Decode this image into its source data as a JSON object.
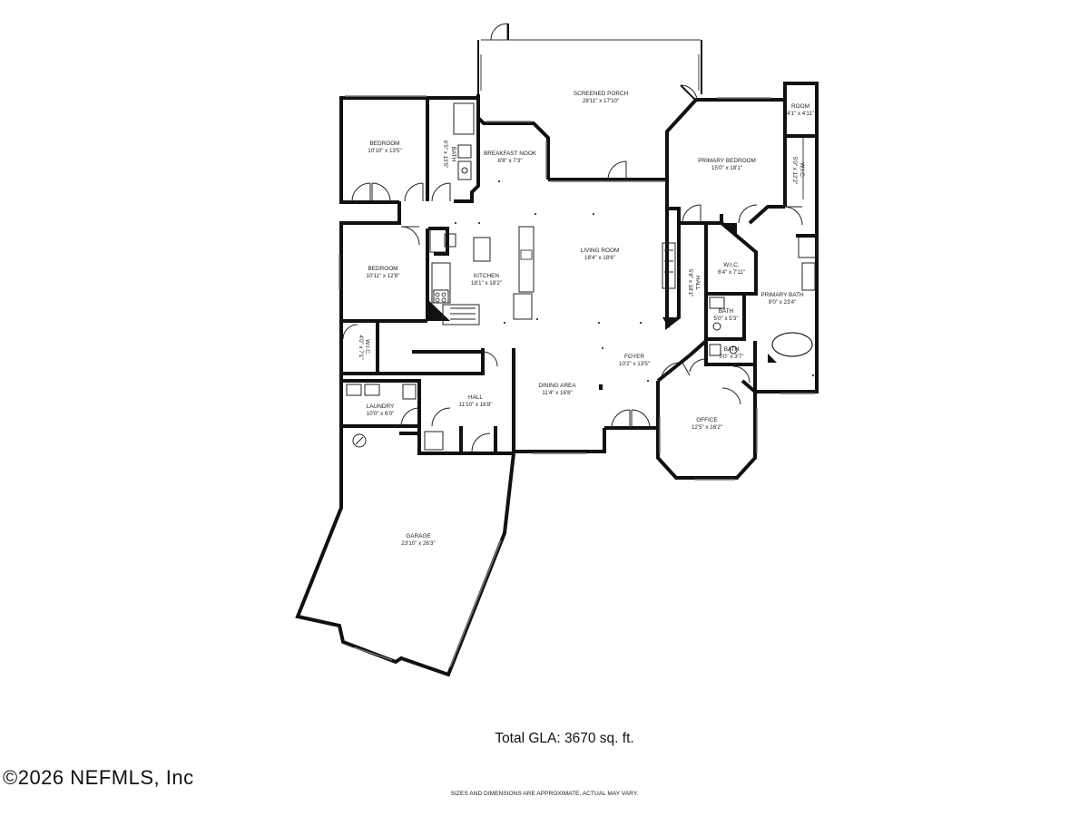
{
  "rooms": [
    {
      "id": "screened-porch",
      "name": "SCREENED PORCH",
      "dims": "28'11\" x 17'10\""
    },
    {
      "id": "breakfast-nook",
      "name": "BREAKFAST NOOK",
      "dims": "8'8\" x 7'3\""
    },
    {
      "id": "bedroom-1",
      "name": "BEDROOM",
      "dims": "10'10\" x 13'5\""
    },
    {
      "id": "bath-1",
      "name": "BATH",
      "dims": "6'5\" x 13'5\""
    },
    {
      "id": "room-small",
      "name": "ROOM",
      "dims": "4'1\" x 4'11\""
    },
    {
      "id": "primary-bedroom",
      "name": "PRIMARY BEDROOM",
      "dims": "15'0\" x 18'1\""
    },
    {
      "id": "wic-primary-right",
      "name": "W.I.C.",
      "dims": "5'0\" x 12'2\""
    },
    {
      "id": "bedroom-2",
      "name": "BEDROOM",
      "dims": "10'11\" x 12'8\""
    },
    {
      "id": "kitchen",
      "name": "KITCHEN",
      "dims": "18'1\" x 18'2\""
    },
    {
      "id": "living-room",
      "name": "LIVING ROOM",
      "dims": "18'4\" x 18'6\""
    },
    {
      "id": "hall-primary",
      "name": "HALL",
      "dims": "5'8\" x 18'1\""
    },
    {
      "id": "wic-primary",
      "name": "W.I.C.",
      "dims": "6'4\" x 7'11\""
    },
    {
      "id": "primary-bath",
      "name": "PRIMARY BATH",
      "dims": "9'0\" x 23'4\""
    },
    {
      "id": "bath-2",
      "name": "BATH",
      "dims": "5'0\" x 5'3\""
    },
    {
      "id": "bath-3",
      "name": "BATH",
      "dims": "5'0\" x 3'7\""
    },
    {
      "id": "wic-hall",
      "name": "W.I.C.",
      "dims": "4'0\" x 7'1\""
    },
    {
      "id": "foyer",
      "name": "FOYER",
      "dims": "10'2\" x 13'5\""
    },
    {
      "id": "dining-area",
      "name": "DINING AREA",
      "dims": "11'4\" x 16'8\""
    },
    {
      "id": "hall",
      "name": "HALL",
      "dims": "11'10\" x 16'8\""
    },
    {
      "id": "laundry",
      "name": "LAUNDRY",
      "dims": "10'0\" x 6'0\""
    },
    {
      "id": "office",
      "name": "OFFICE",
      "dims": "12'5\" x 16'2\""
    },
    {
      "id": "garage",
      "name": "GARAGE",
      "dims": "23'10\" x 26'3\""
    }
  ],
  "summary": {
    "total_gla": "Total GLA: 3670 sq. ft."
  },
  "watermark": "©2026 NEFMLS, Inc",
  "disclaimer": "SIZES AND DIMENSIONS ARE APPROXIMATE, ACTUAL MAY VARY."
}
